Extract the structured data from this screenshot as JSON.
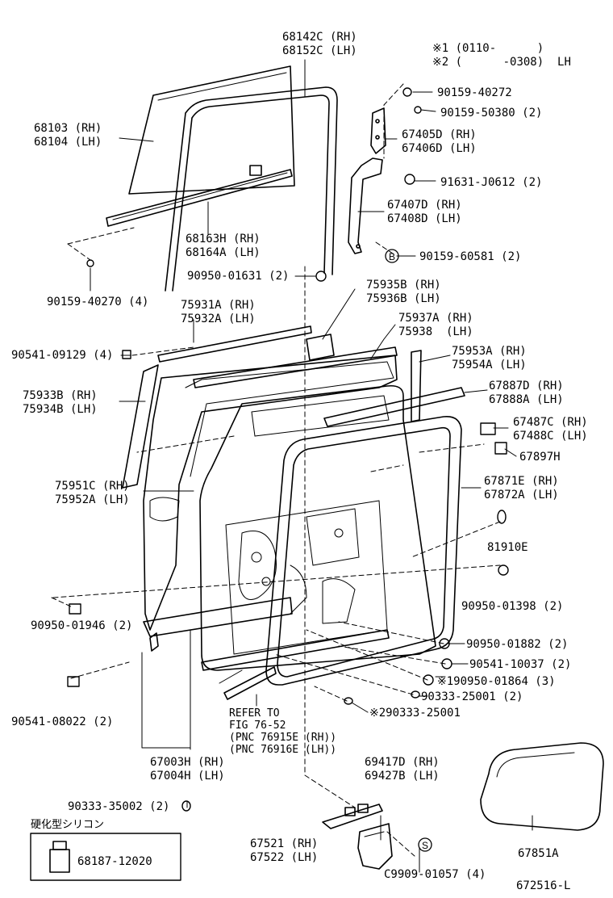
{
  "notes": {
    "note1": "※1 (0110-      )",
    "note2": "※2 (      -0308)  LH"
  },
  "labels": {
    "p68142": [
      "68142C (RH)",
      "68152C (LH)"
    ],
    "p68103": [
      "68103 (RH)",
      "68104 (LH)"
    ],
    "p68163": [
      "68163H (RH)",
      "68164A (LH)"
    ],
    "p90159_40270": "90159-40270 (4)",
    "p90159_40272": "90159-40272",
    "p90159_50380": "90159-50380 (2)",
    "p67405": [
      "67405D (RH)",
      "67406D (LH)"
    ],
    "p91631": "91631-J0612 (2)",
    "p67407": [
      "67407D (RH)",
      "67408D (LH)"
    ],
    "p90159_60581": "90159-60581 (2)",
    "p90950_01631": "90950-01631 (2)",
    "p75935": [
      "75935B (RH)",
      "75936B (LH)"
    ],
    "p75931": [
      "75931A (RH)",
      "75932A (LH)"
    ],
    "p75937": [
      "75937A (RH)",
      "75938  (LH)"
    ],
    "p90541_09129": "90541-09129 (4)",
    "p75953": [
      "75953A (RH)",
      "75954A (LH)"
    ],
    "p75933": [
      "75933B (RH)",
      "75934B (LH)"
    ],
    "p67887": [
      "67887D (RH)",
      "67888A (LH)"
    ],
    "p67487": [
      "67487C (RH)",
      "67488C (LH)"
    ],
    "p67897": "67897H",
    "p75951": [
      "75951C (RH)",
      "75952A (LH)"
    ],
    "p67871": [
      "67871E (RH)",
      "67872A (LH)"
    ],
    "p81910": "81910E",
    "p90950_01398": "90950-01398 (2)",
    "p90950_01946": "90950-01946 (2)",
    "p90950_01882": "90950-01882 (2)",
    "p90541_10037": "90541-10037 (2)",
    "p90950_01864": "※190950-01864 (3)",
    "p90333_25001": "90333-25001 (2)",
    "p90333_25001b": "※290333-25001",
    "p90541_08022": "90541-08022 (2)",
    "refer": [
      "REFER TO",
      "FIG 76-52",
      "(PNC 76915E (RH))",
      "(PNC 76916E (LH))"
    ],
    "p67003": [
      "67003H (RH)",
      "67004H (LH)"
    ],
    "p69417": [
      "69417D (RH)",
      "69427B (LH)"
    ],
    "p90333_35002": "90333-35002 (2)",
    "silicone_title": "硬化型シリコン",
    "p68187": "68187-12020",
    "p67521": [
      "67521 (RH)",
      "67522 (LH)"
    ],
    "p67851": "67851A",
    "pC9909": "C9909-01057 (4)",
    "figure_no": "672516-L"
  },
  "markers": {
    "b": "B",
    "s": "S"
  }
}
